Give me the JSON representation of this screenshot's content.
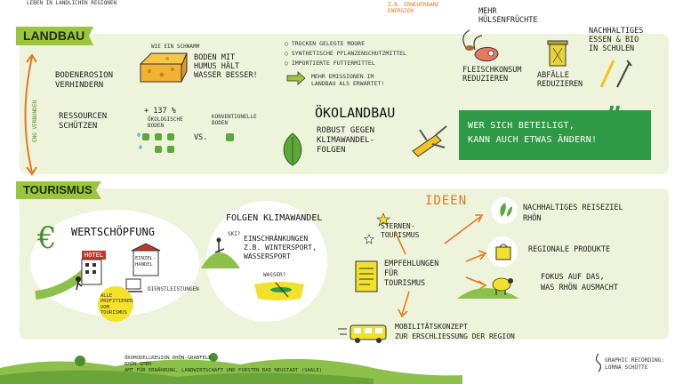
{
  "top_text": {
    "left": "LEBEN IN LANDLICHEN REGIONEN",
    "right": "Z.B. ERNEUERBARE\nENERGIEN"
  },
  "landbau": {
    "tag": "LANDBAU",
    "side_arrow": "ENG VERBUNDEN",
    "bodenerosion": "BODENEROSION\nVERHINDERN",
    "schwamm_note": "WIE EIN SCHWAMM",
    "humus": "BODEN MIT\nHUMUS HÄLT\nWASSER BESSER!",
    "ressourcen": "RESSOURCEN\nSCHÜTZEN",
    "percent": "+ 137 %",
    "oeko_boden": "ÖKOLOGISCHE\nBODEN",
    "vs": "VS.",
    "konv_boden": "KONVENTIONELLE\nBODEN",
    "list": [
      "TROCKEN GELEGTE MOORE",
      "SYNTHETISCHE PFLANZENSCHUTZMITTEL",
      "IMPORTIERTE FUTTERMITTEL"
    ],
    "emissions": "MEHR EMISSIONEN IM\nLANDBAU ALS ERWARTET!",
    "oekolandbau_title": "ÖKOLANDBAU",
    "oekolandbau_text": "ROBUST GEGEN\nKLIMAWANDEL-\nFOLGEN",
    "fleisch": "FLEISCHKONSUM\nREDUZIEREN",
    "huelsen": "MEHR\nHÜLSENFRÜCHTE",
    "abfaelle": "ABFÄLLE\nREDUZIEREN",
    "nachhaltig_essen": "NACHHALTIGES\nESSEN & BIO\nIN SCHULEN",
    "quote": "WER SICH BETEILIGT,\nKANN AUCH ETWAS ÄNDERN!"
  },
  "tourismus": {
    "tag": "TOURISMUS",
    "wertschoepfung": "WERTSCHÖPFUNG",
    "hotel": "HOTEL",
    "einzelhandel": "EINZEL-\nHANDEL",
    "dienstleistungen": "DIENSTLEISTUNGEN",
    "alle": "ALLE\nPROFITIEREN\nVOM\nTOURISMUS",
    "folgen_title": "FOLGEN KLIMAWANDEL",
    "ski_note": "SKI?",
    "einschraenkungen": "EINSCHRÄNKUNGEN\nZ.B. WINTERSPORT,\nWASSERSPORT",
    "wasser_note": "WASSER?",
    "ideen": "IDEEN",
    "sterne": "STERNEN-\nTOURISMUS",
    "empfehlungen": "EMPFEHLUNGEN\nFÜR\nTOURISMUS",
    "ideas": [
      "NACHHALTIGES REISEZIEL\nRHÖN",
      "REGIONALE PRODUKTE",
      "FOKUS AUF DAS,\nWAS RHÖN AUSMACHT"
    ],
    "mobilitaet": "MOBILITÄTSKONZEPT\nZUR ERSCHLIESSUNG DER REGION"
  },
  "footer": {
    "org": "ÖKOMODELLREGION RHÖN-GRABFELD\nRHÖN GMBH\nAMT FÜR ERNÄHRUNG, LANDWIRTSCHAFT UND FORSTEN  BAD NEUSTADT (SAALE)",
    "credit": "GRAPHIC RECORDING:\nLORNA SCHÜTTE"
  },
  "colors": {
    "panel": "#eef3dc",
    "tag": "#9bc53d",
    "quote_bg": "#2e9a45",
    "accent_orange": "#e07a1f",
    "hill_green": "#8cc04a"
  }
}
